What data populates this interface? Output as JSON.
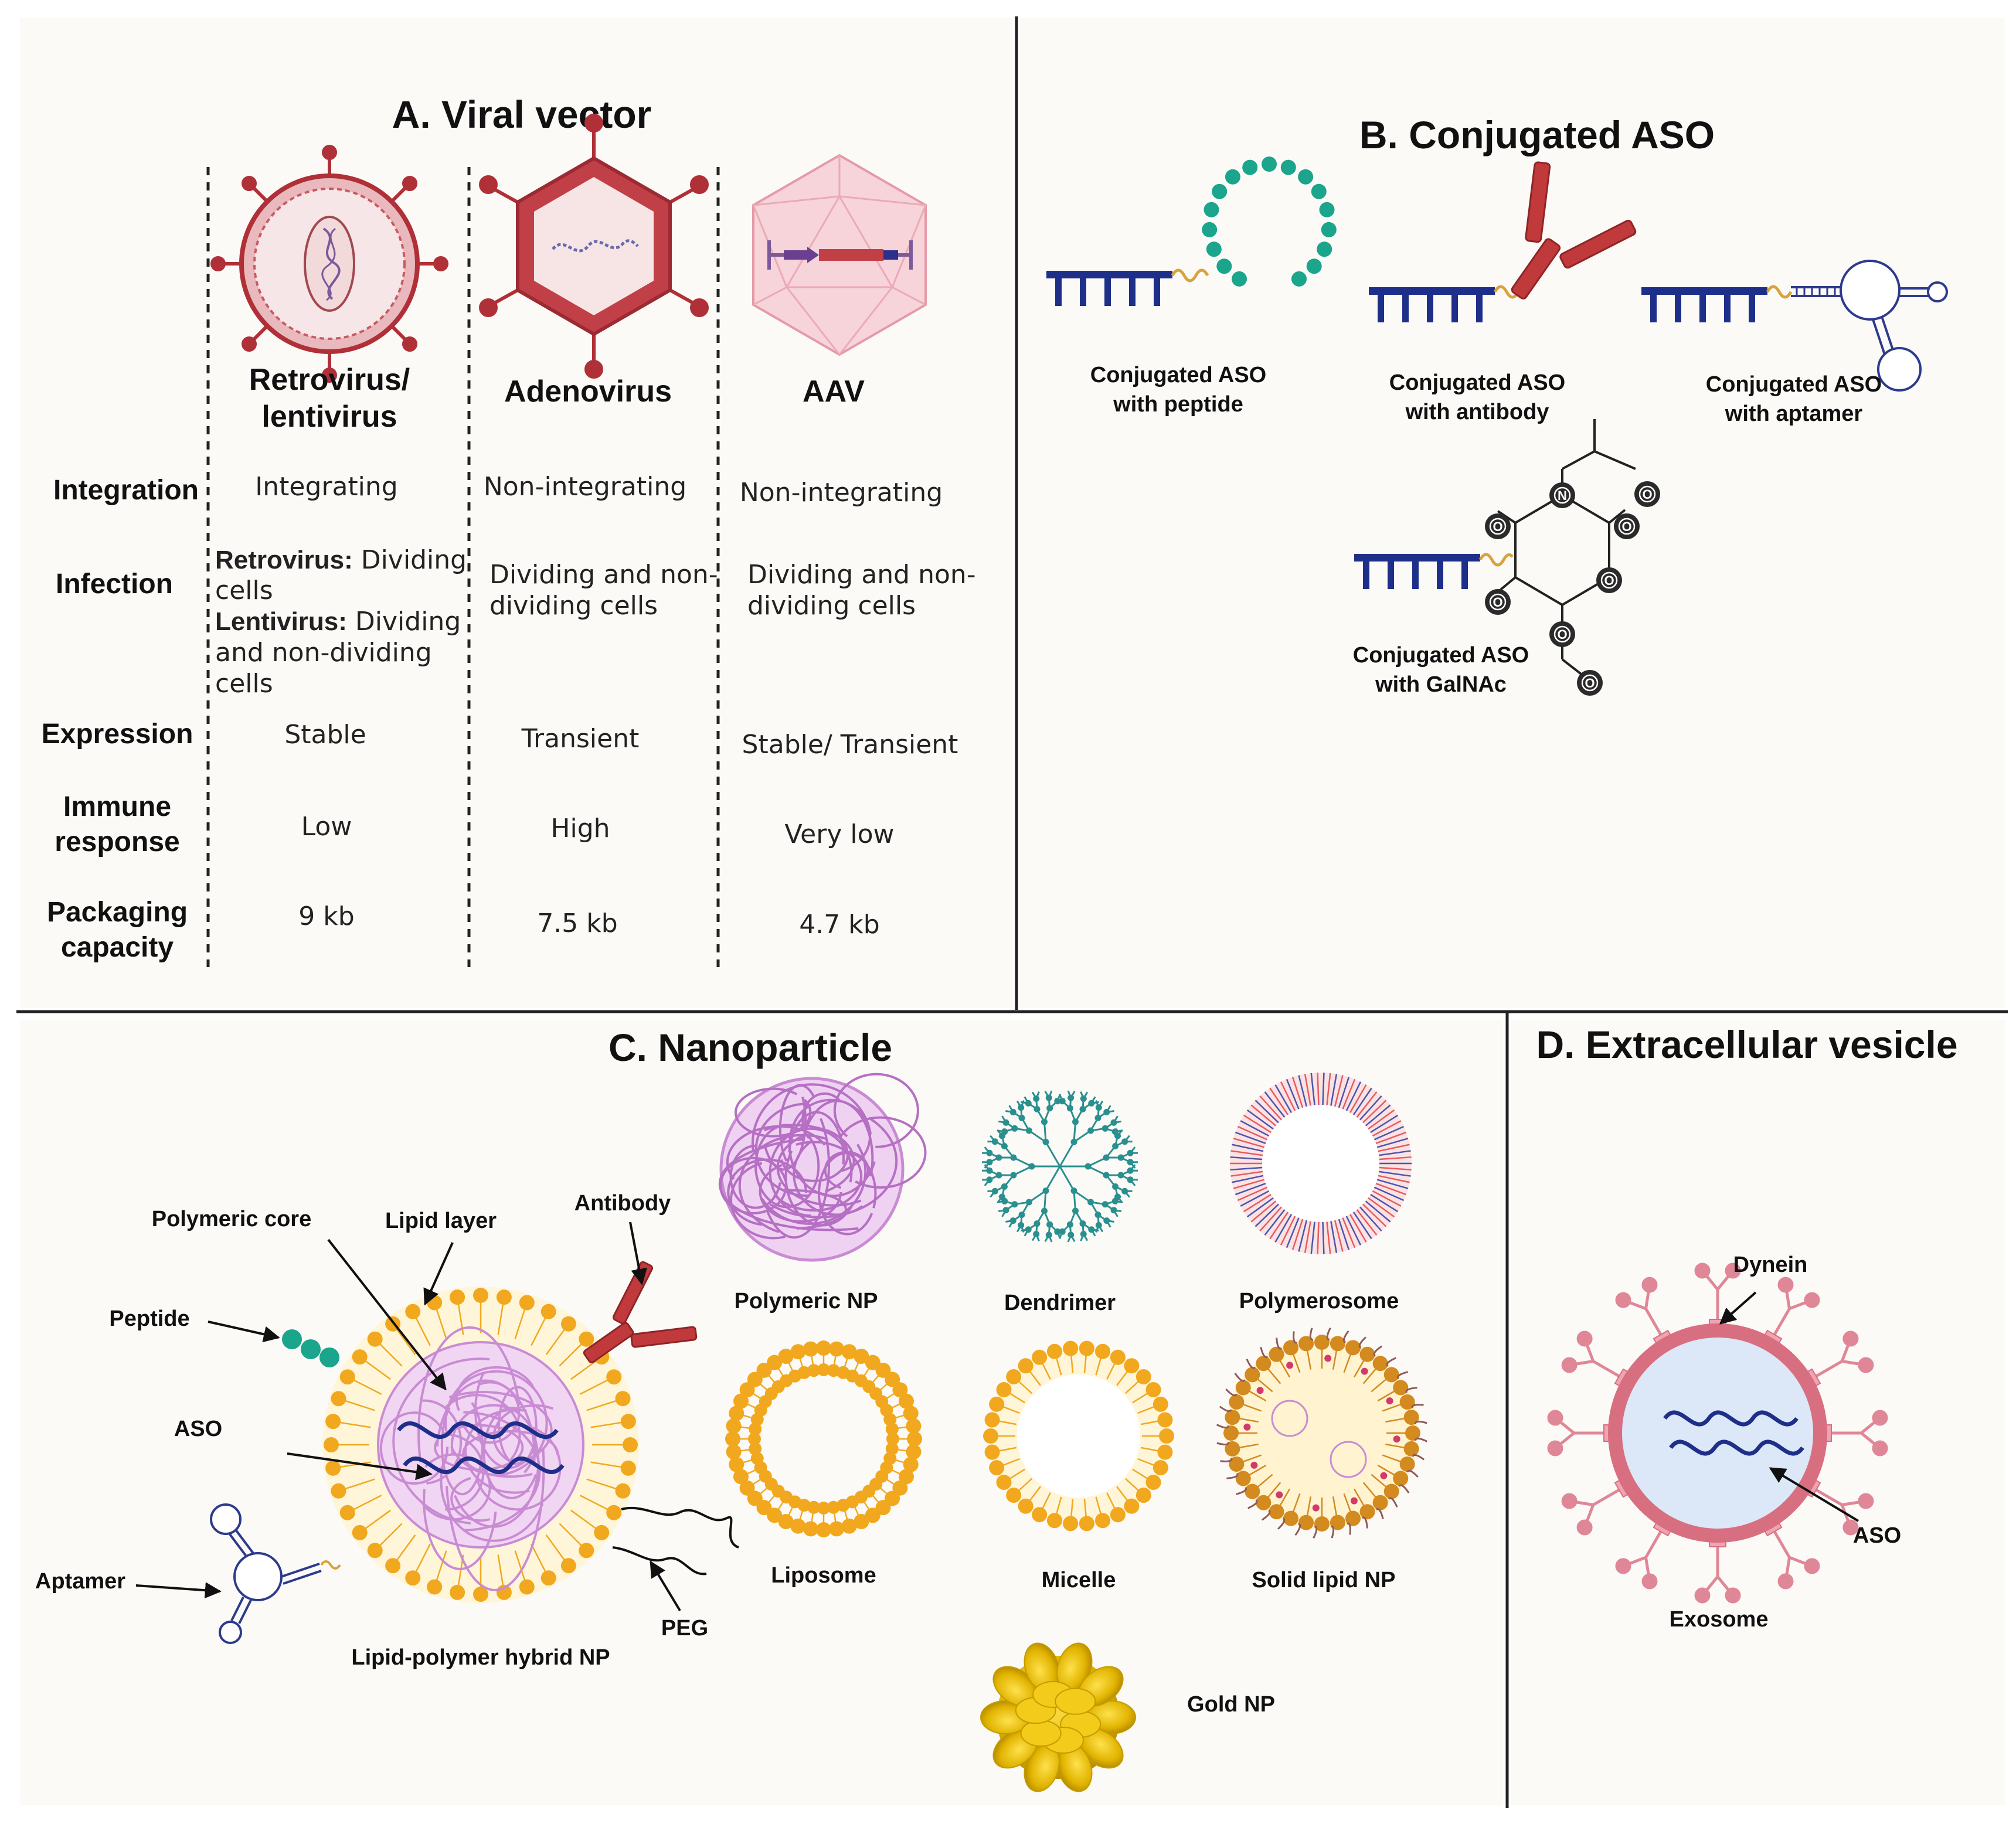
{
  "panels": {
    "a": {
      "title": "A. Viral vector",
      "vectors": [
        {
          "name_lines": [
            "Retrovirus/",
            "lentivirus"
          ]
        },
        {
          "name_lines": [
            "Adenovirus"
          ]
        },
        {
          "name_lines": [
            "AAV"
          ]
        }
      ],
      "rows": [
        {
          "label_lines": [
            "Integration"
          ],
          "cells": [
            [
              "Integrating"
            ],
            [
              "Non-integrating"
            ],
            [
              "Non-integrating"
            ]
          ]
        },
        {
          "label_lines": [
            "Infection"
          ],
          "cells": [
            [
              "Retrovirus:",
              " Dividing",
              "cells",
              "Lentivirus:",
              " Dividing",
              "and non-dividing",
              "cells"
            ],
            [
              "Dividing and non-",
              "dividing cells"
            ],
            [
              "Dividing and non-",
              "dividing cells"
            ]
          ]
        },
        {
          "label_lines": [
            "Expression"
          ],
          "cells": [
            [
              "Stable"
            ],
            [
              "Transient"
            ],
            [
              "Stable/ Transient"
            ]
          ]
        },
        {
          "label_lines": [
            "Immune",
            "response"
          ],
          "cells": [
            [
              "Low"
            ],
            [
              "High"
            ],
            [
              "Very low"
            ]
          ]
        },
        {
          "label_lines": [
            "Packaging",
            "capacity"
          ],
          "cells": [
            [
              "9 kb"
            ],
            [
              "7.5 kb"
            ],
            [
              "4.7 kb"
            ]
          ]
        }
      ]
    },
    "b": {
      "title": "B. Conjugated ASO",
      "items": [
        {
          "caption_lines": [
            "Conjugated ASO",
            "with peptide"
          ]
        },
        {
          "caption_lines": [
            "Conjugated ASO",
            "with antibody"
          ]
        },
        {
          "caption_lines": [
            "Conjugated ASO",
            "with aptamer"
          ]
        },
        {
          "caption_lines": [
            "Conjugated ASO",
            "with GalNAc"
          ]
        }
      ],
      "galnac_atoms": {
        "n": "N",
        "o": "O"
      }
    },
    "c": {
      "title": "C. Nanoparticle",
      "hybrid": {
        "caption": "Lipid-polymer hybrid NP",
        "labels": {
          "polymeric_core": "Polymeric core",
          "lipid_layer": "Lipid layer",
          "antibody": "Antibody",
          "peptide": "Peptide",
          "aso": "ASO",
          "aptamer": "Aptamer",
          "peg": "PEG"
        }
      },
      "types": {
        "polymeric_np": "Polymeric NP",
        "dendrimer": "Dendrimer",
        "polymerosome": "Polymerosome",
        "liposome": "Liposome",
        "micelle": "Micelle",
        "solid_lipid_np": "Solid lipid NP",
        "gold_np": "Gold NP"
      }
    },
    "d": {
      "title": "D. Extracellular vesicle",
      "labels": {
        "dynein": "Dynein",
        "aso": "ASO",
        "exosome": "Exosome"
      }
    }
  },
  "colors": {
    "aso_strand": "#1e2f8a",
    "linker": "#d9a23a",
    "peptide_bead": "#1aa58c",
    "antibody": "#c0393b",
    "aptamer": "#2d3a8c",
    "lipid_head": "#f1a81e",
    "polymer": "#c98bd3",
    "exosome_ring": "#d86f80",
    "exosome_fill": "#dce7f7",
    "virus_red": "#b03038"
  }
}
